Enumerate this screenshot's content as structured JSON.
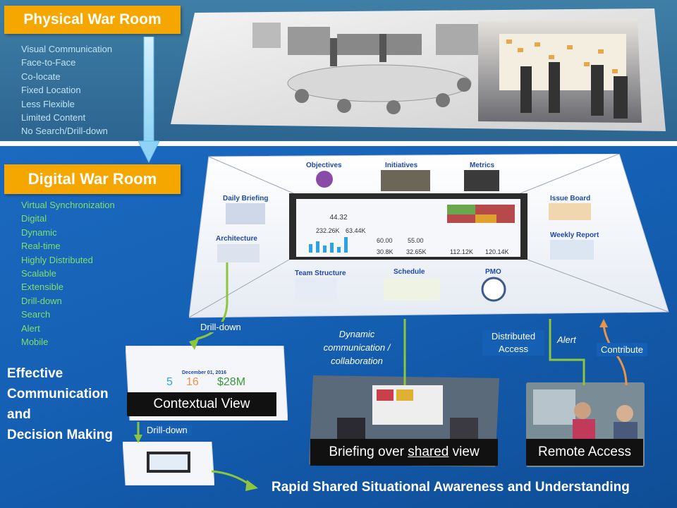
{
  "physical": {
    "title": "Physical War Room",
    "attributes": [
      "Visual Communication",
      "Face-to-Face",
      "Co-locate",
      "Fixed Location",
      "Less Flexible",
      "Limited Content",
      "No Search/Drill-down"
    ]
  },
  "digital": {
    "title": "Digital War Room",
    "attributes": [
      "Virtual Synchronization",
      "Digital",
      "Dynamic",
      "Real-time",
      "Highly Distributed",
      "Scalable",
      "Extensible",
      "Drill-down",
      "Search",
      "Alert",
      "Mobile"
    ]
  },
  "effective": [
    "Effective",
    "Communication",
    "and",
    "Decision Making"
  ],
  "board": {
    "tiles": {
      "objectives": "Objectives",
      "initiatives": "Initiatives",
      "metrics": "Metrics",
      "daily_briefing": "Daily Briefing",
      "architecture": "Architecture",
      "issue_board": "Issue Board",
      "weekly_report": "Weekly Report",
      "team_structure": "Team Structure",
      "schedule": "Schedule",
      "pmo": "PMO"
    },
    "dashboard": {
      "gauge": "44.32",
      "k1": "232.26K",
      "k2": "63.44K",
      "v1": "60.00",
      "v2": "55.00",
      "v3": "30.8K",
      "v4": "32.65K",
      "v5": "112.12K",
      "v6": "120.14K"
    }
  },
  "contextual": {
    "caption": "Contextual View",
    "date": "December 01, 2016",
    "n1": "5",
    "n2": "16",
    "n3": "$28M"
  },
  "labels": {
    "drilldown1": "Drill-down",
    "drilldown2": "Drill-down",
    "dynamic": [
      "Dynamic",
      "communication /",
      "collaboration"
    ],
    "distributed": [
      "Distributed",
      "Access"
    ],
    "alert": "Alert",
    "contribute": "Contribute"
  },
  "briefing": {
    "caption_pre": "Briefing over ",
    "caption_u": "shared",
    "caption_post": " view"
  },
  "remote": {
    "caption": "Remote Access"
  },
  "bottom_text": "Rapid Shared Situational Awareness and Understanding",
  "colors": {
    "accent": "#f5a700",
    "green": "#8cc63f",
    "orange": "#e8954a",
    "tile_text": "#1f4aa8"
  }
}
